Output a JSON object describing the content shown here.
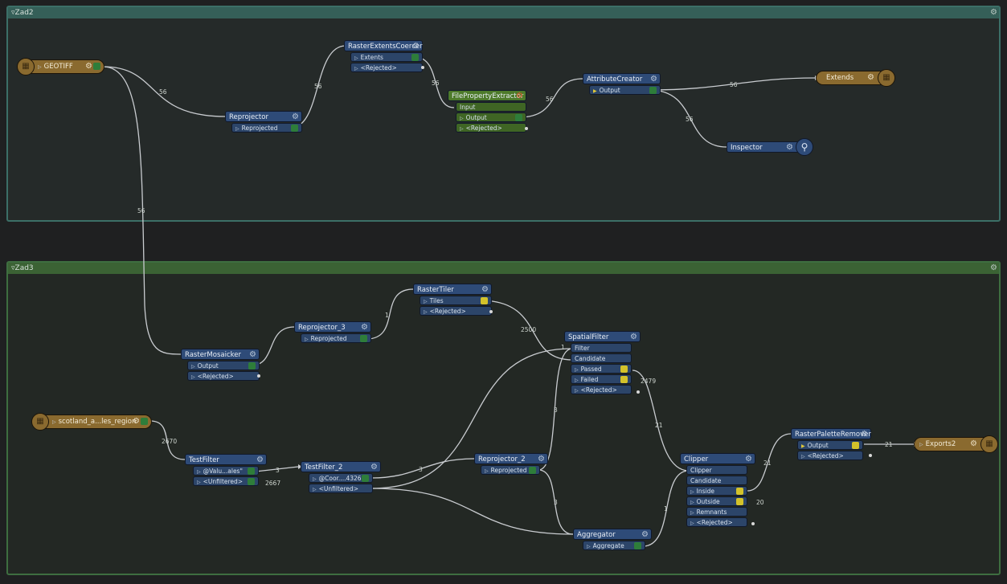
{
  "bookmarks": [
    {
      "title": "Zad2"
    },
    {
      "title": "Zad3"
    }
  ],
  "readers": [
    {
      "label": "GEOTIFF"
    },
    {
      "label": "scotland_a...les_region"
    }
  ],
  "writers": [
    {
      "label": "Extends"
    },
    {
      "label": "Exports2"
    }
  ],
  "transformers": {
    "reprojector": {
      "name": "Reprojector",
      "ports": [
        "Reprojected"
      ]
    },
    "raster_extents_coercer": {
      "name": "RasterExtentsCoercer",
      "ports": [
        "Extents",
        "<Rejected>"
      ]
    },
    "file_property_extractor": {
      "name": "FilePropertyExtractor",
      "ports": [
        "Input",
        "Output",
        "<Rejected>"
      ]
    },
    "attribute_creator": {
      "name": "AttributeCreator",
      "ports": [
        "Output"
      ]
    },
    "inspector": {
      "name": "Inspector"
    },
    "raster_mosaicker": {
      "name": "RasterMosaicker",
      "ports": [
        "Output",
        "<Rejected>"
      ]
    },
    "reprojector_3": {
      "name": "Reprojector_3",
      "ports": [
        "Reprojected"
      ]
    },
    "raster_tiler": {
      "name": "RasterTiler",
      "ports": [
        "Tiles",
        "<Rejected>"
      ]
    },
    "spatial_filter": {
      "name": "SpatialFilter",
      "ports": [
        "Filter",
        "Candidate",
        "Passed",
        "Failed",
        "<Rejected>"
      ]
    },
    "test_filter": {
      "name": "TestFilter",
      "ports": [
        "@Valu...ales\"",
        "<Unfiltered>"
      ]
    },
    "test_filter_2": {
      "name": "TestFilter_2",
      "ports": [
        "@Coor....4326",
        "<Unfiltered>"
      ]
    },
    "reprojector_2": {
      "name": "Reprojector_2",
      "ports": [
        "Reprojected"
      ]
    },
    "aggregator": {
      "name": "Aggregator",
      "ports": [
        "Aggregate"
      ]
    },
    "clipper": {
      "name": "Clipper",
      "ports": [
        "Clipper",
        "Candidate",
        "Inside",
        "Outside",
        "Remnants",
        "<Rejected>"
      ]
    },
    "raster_palette_remover": {
      "name": "RasterPaletteRemover",
      "ports": [
        "Output",
        "<Rejected>"
      ]
    }
  },
  "counts": {
    "geotiff_reprojector": "56",
    "reprojector_coercer": "56",
    "coercer_extractor": "56",
    "extractor_creator": "56",
    "creator_extends": "56",
    "creator_inspector": "56",
    "geotiff_mosaicker": "56",
    "reproj3_tiler": "1",
    "tiler_spatial": "2500",
    "spatial_failed": "2479",
    "spatial_passed": "21",
    "reader_testfilter": "2670",
    "testfilter_out": "3",
    "testfilter_unfiltered": "2667",
    "testfilter2_out": "3",
    "reproj2_spatial": "3",
    "reproj2_aggregator": "3",
    "aggregator_clipper": "1",
    "clipper_inside": "21",
    "clipper_outside": "20",
    "palette_exports": "21",
    "spatial_filter_in": "1"
  },
  "colors": {
    "zad2_header": "#355f58",
    "zad3_header": "#3b6234",
    "transformer": "#2e4b78",
    "reader_writer": "#8a6a2f",
    "python_transformer": "#4d7a2a"
  }
}
